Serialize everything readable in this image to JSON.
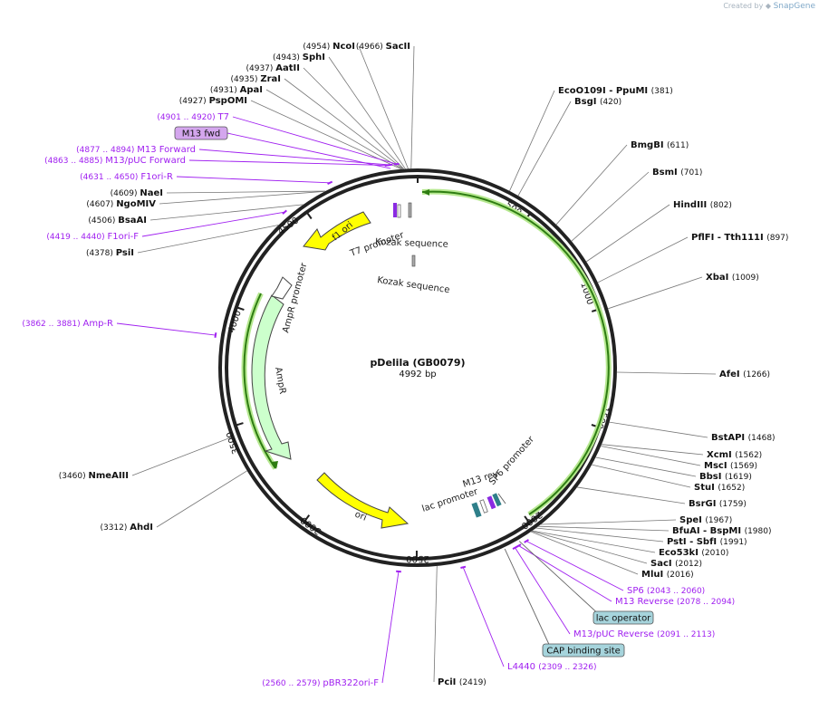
{
  "watermark": {
    "prefix": "Created by",
    "brand": "SnapGene"
  },
  "plasmid": {
    "name": "pDelila (GB0079)",
    "size_label": "4992 bp",
    "length": 4992
  },
  "colors": {
    "enzyme": "#111111",
    "primer": "#a020f0",
    "yellow": "#ffff00",
    "green": "#ccffcc",
    "arc_green": "#2e7d12",
    "box_purple": "#d4a6ee",
    "box_teal": "#a6d4dc",
    "teal_block": "#2f7f8a"
  },
  "ticks": [
    {
      "pos": 500,
      "label": "500"
    },
    {
      "pos": 1000,
      "label": "1000"
    },
    {
      "pos": 1500,
      "label": "1500"
    },
    {
      "pos": 2000,
      "label": "2000"
    },
    {
      "pos": 2500,
      "label": "2500"
    },
    {
      "pos": 3000,
      "label": "3000"
    },
    {
      "pos": 3500,
      "label": "3500"
    },
    {
      "pos": 4000,
      "label": "4000"
    },
    {
      "pos": 4500,
      "label": "4500"
    }
  ],
  "enzymes": [
    {
      "name": "SacII",
      "pos_label": "(4966)",
      "site": 4966
    },
    {
      "name": "NcoI",
      "pos_label": "(4954)",
      "site": 4954
    },
    {
      "name": "SphI",
      "pos_label": "(4943)",
      "site": 4943
    },
    {
      "name": "AatII",
      "pos_label": "(4937)",
      "site": 4937
    },
    {
      "name": "ZraI",
      "pos_label": "(4935)",
      "site": 4935
    },
    {
      "name": "ApaI",
      "pos_label": "(4931)",
      "site": 4931
    },
    {
      "name": "PspOMI",
      "pos_label": "(4927)",
      "site": 4927
    },
    {
      "name": "NaeI",
      "pos_label": "(4609)",
      "site": 4609
    },
    {
      "name": "NgoMIV",
      "pos_label": "(4607)",
      "site": 4607
    },
    {
      "name": "BsaAI",
      "pos_label": "(4506)",
      "site": 4506
    },
    {
      "name": "PsiI",
      "pos_label": "(4378)",
      "site": 4378
    },
    {
      "name": "NmeAIII",
      "pos_label": "(3460)",
      "site": 3460
    },
    {
      "name": "AhdI",
      "pos_label": "(3312)",
      "site": 3312
    },
    {
      "name": "PciI",
      "pos_label": "(2419)",
      "site": 2419
    },
    {
      "name": "EcoO109I   - PpuMI",
      "pos_label": "(381)",
      "site": 381
    },
    {
      "name": "BsgI",
      "pos_label": "(420)",
      "site": 420
    },
    {
      "name": "BmgBI",
      "pos_label": "(611)",
      "site": 611
    },
    {
      "name": "BsmI",
      "pos_label": "(701)",
      "site": 701
    },
    {
      "name": "HindIII",
      "pos_label": "(802)",
      "site": 802
    },
    {
      "name": "PflFI   - Tth111I",
      "pos_label": "(897)",
      "site": 897
    },
    {
      "name": "XbaI",
      "pos_label": "(1009)",
      "site": 1009
    },
    {
      "name": "AfeI",
      "pos_label": "(1266)",
      "site": 1266
    },
    {
      "name": "BstAPI",
      "pos_label": "(1468)",
      "site": 1468
    },
    {
      "name": "XcmI",
      "pos_label": "(1562)",
      "site": 1562
    },
    {
      "name": "MscI",
      "pos_label": "(1569)",
      "site": 1569
    },
    {
      "name": "BbsI",
      "pos_label": "(1619)",
      "site": 1619
    },
    {
      "name": "StuI",
      "pos_label": "(1652)",
      "site": 1652
    },
    {
      "name": "BsrGI",
      "pos_label": "(1759)",
      "site": 1759
    },
    {
      "name": "SpeI",
      "pos_label": "(1967)",
      "site": 1967
    },
    {
      "name": "BfuAI   - BspMI",
      "pos_label": "(1980)",
      "site": 1980
    },
    {
      "name": "PstI   - SbfI",
      "pos_label": "(1991)",
      "site": 1991
    },
    {
      "name": "Eco53kI",
      "pos_label": "(2010)",
      "site": 2010
    },
    {
      "name": "SacI",
      "pos_label": "(2012)",
      "site": 2012
    },
    {
      "name": "MluI",
      "pos_label": "(2016)",
      "site": 2016
    }
  ],
  "primers": [
    {
      "name": "T7",
      "range": "(4901 .. 4920)",
      "site": 4910
    },
    {
      "name": "M13 Forward",
      "range": "(4877 .. 4894)",
      "site": 4885
    },
    {
      "name": "M13/pUC Forward",
      "range": "(4863 .. 4885)",
      "site": 4874
    },
    {
      "name": "F1ori-R",
      "range": "(4631 .. 4650)",
      "site": 4640
    },
    {
      "name": "F1ori-F",
      "range": "(4419 .. 4440)",
      "site": 4430
    },
    {
      "name": "Amp-R",
      "range": "(3862 .. 3881)",
      "site": 3871
    },
    {
      "name": "pBR322ori-F",
      "range": "(2560 .. 2579)",
      "site": 2570
    },
    {
      "name": "L4440",
      "range": "(2309 .. 2326)",
      "site": 2318
    },
    {
      "name": "M13/pUC Reverse",
      "range": "(2091 .. 2113)",
      "site": 2102
    },
    {
      "name": "M13 Reverse",
      "range": "(2078 .. 2094)",
      "site": 2086
    },
    {
      "name": "SP6",
      "range": "(2043 .. 2060)",
      "site": 2051
    }
  ],
  "boxed_labels": [
    {
      "name": "M13 fwd",
      "site": 4885,
      "color": "#d4a6ee"
    },
    {
      "name": "lac operator",
      "site": 2075,
      "color": "#a6d4dc"
    },
    {
      "name": "CAP binding site",
      "site": 2140,
      "color": "#a6d4dc"
    }
  ],
  "features": {
    "f1_ori": "f1 ori",
    "ampr_promoter": "AmpR promoter",
    "ampr": "AmpR",
    "ori": "ori",
    "t7_promoter": "T7 promoter",
    "kozak_1": "Kozak sequence",
    "kozak_2": "Kozak sequence",
    "m13_rev": "M13 rev",
    "sp6_promoter": "SP6 promoter",
    "lac_promoter": "lac promoter"
  }
}
